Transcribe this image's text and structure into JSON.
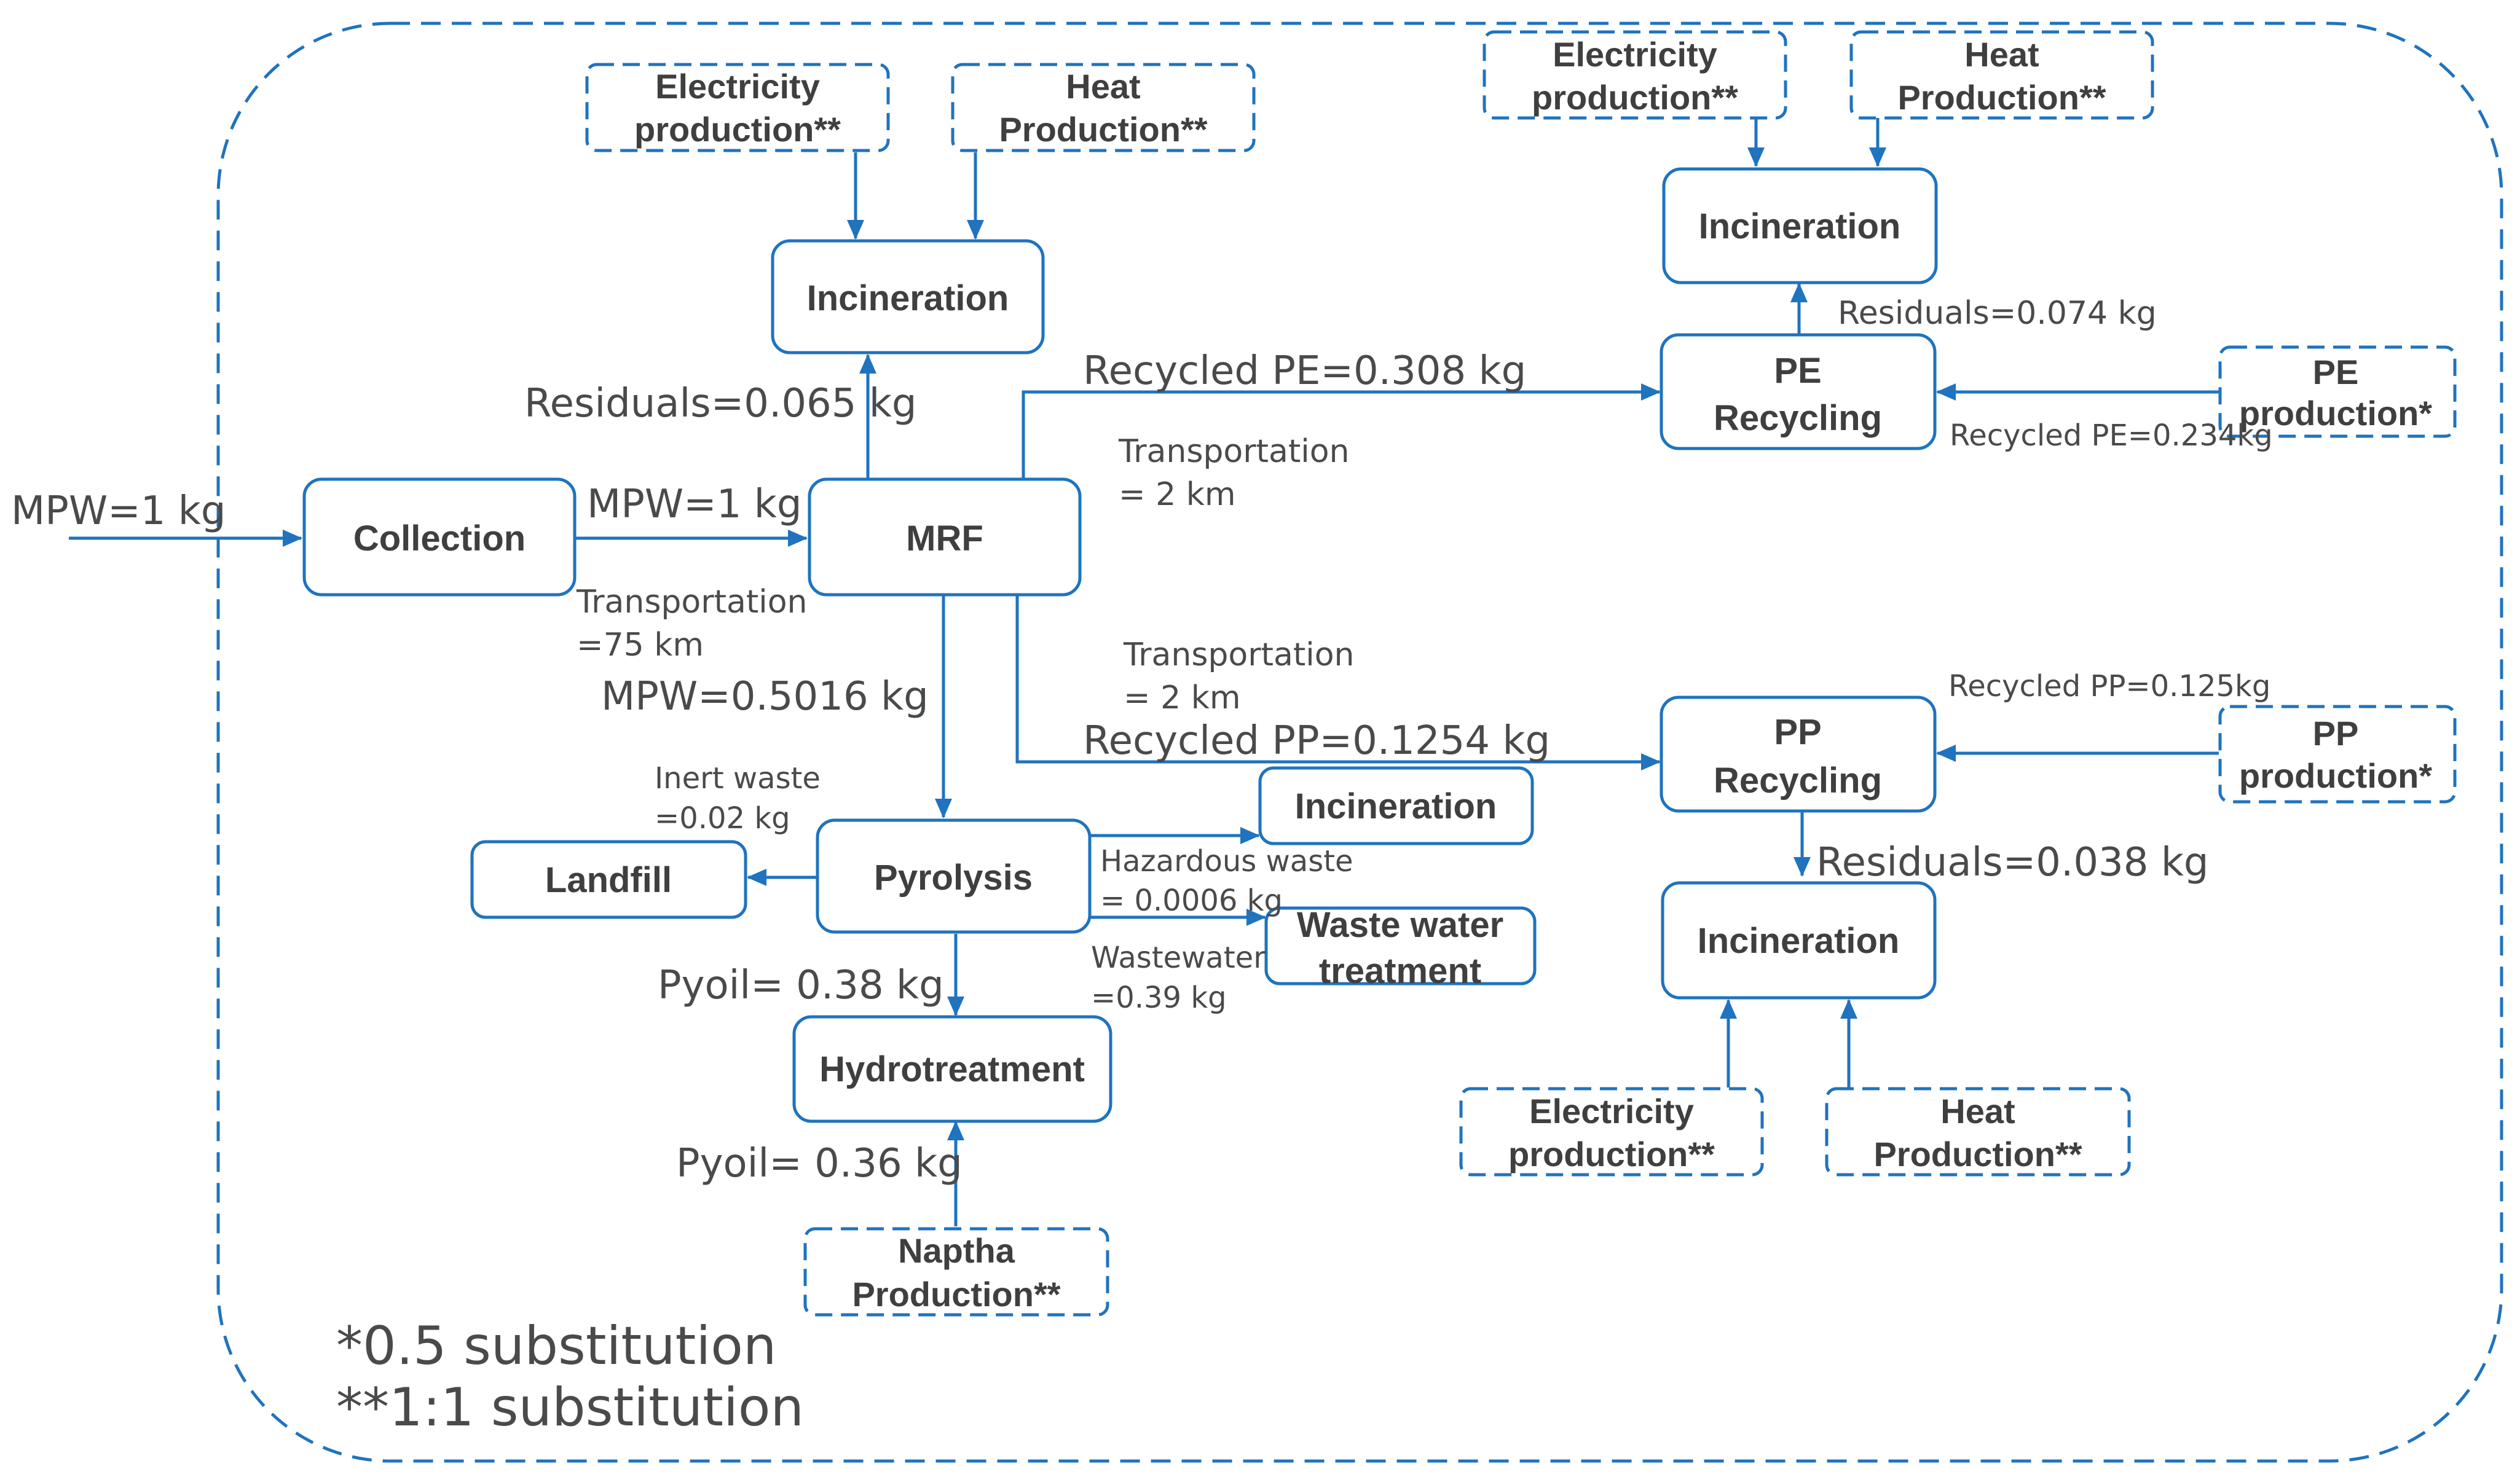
{
  "colors": {
    "stroke": "#1f73bf",
    "text": "#3f3f3f",
    "label": "#4a4a4a"
  },
  "boxes": {
    "collection": "Collection",
    "mrf": "MRF",
    "incineration_top": "Incineration",
    "pyrolysis": "Pyrolysis",
    "landfill": "Landfill",
    "incineration_mid": "Incineration",
    "waste_water_1": "Waste water",
    "waste_water_2": "treatment",
    "hydrotreatment": "Hydrotreatment",
    "pe_recycling_1": "PE",
    "pe_recycling_2": "Recycling",
    "incineration_pe": "Incineration",
    "pp_recycling_1": "PP",
    "pp_recycling_2": "Recycling",
    "incineration_pp": "Incineration"
  },
  "substitutes": {
    "elec_top_1": "Electricity",
    "elec_top_2": "production**",
    "heat_top_1": "Heat",
    "heat_top_2": "Production**",
    "elec_pe_1": "Electricity",
    "elec_pe_2": "production**",
    "heat_pe_1": "Heat",
    "heat_pe_2": "Production**",
    "pe_prod_1": "PE",
    "pe_prod_2": "production*",
    "pp_prod_1": "PP",
    "pp_prod_2": "production*",
    "elec_pp_1": "Electricity",
    "elec_pp_2": "production**",
    "heat_pp_1": "Heat",
    "heat_pp_2": "Production**",
    "naptha_1": "Naptha",
    "naptha_2": "Production**"
  },
  "flows": {
    "mpw_in": "MPW=1 kg",
    "mpw_to_mrf": "MPW=1 kg",
    "transport_75_1": "Transportation",
    "transport_75_2": "=75 km",
    "residuals_mrf": "Residuals=0.065 kg",
    "recycled_pe": "Recycled PE=0.308 kg",
    "transport_pe_1": "Transportation",
    "transport_pe_2": "=  2 km",
    "transport_pp_1": "Transportation",
    "transport_pp_2": "= 2 km",
    "recycled_pp": "Recycled PP=0.1254 kg",
    "mpw_pyrolysis": "MPW=0.5016 kg",
    "inert_waste_1": "Inert waste",
    "inert_waste_2": "=0.02 kg",
    "hazardous_1": "Hazardous waste",
    "hazardous_2": "= 0.0006 kg",
    "wastewater_1": "Wastewater",
    "wastewater_2": "=0.39 kg",
    "pyoil_038": "Pyoil= 0.38 kg",
    "pyoil_036": "Pyoil= 0.36 kg",
    "residuals_pe": "Residuals=0.074 kg",
    "recycled_pe_sub": "Recycled PE=0.234kg",
    "recycled_pp_sub": "Recycled PP=0.125kg",
    "residuals_pp": "Residuals=0.038 kg"
  },
  "footnotes": {
    "half": "*0.5 substitution",
    "one": "**1:1 substitution"
  }
}
